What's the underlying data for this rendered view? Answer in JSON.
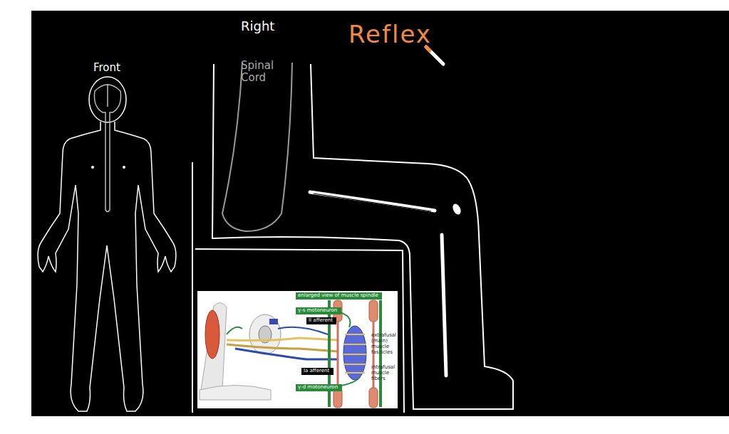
{
  "diagram": {
    "title": "Reflex",
    "nodes": [
      {
        "text": [
          "enlarged view of muscle spindle"
        ]
      },
      {
        "text": [
          "γ-s motoneuron"
        ]
      },
      {
        "text": [
          "II afferent"
        ]
      },
      {
        "text": [
          "Ia afferent"
        ]
      },
      {
        "text": [
          "γ-d motoneuron"
        ]
      }
    ],
    "labels": [
      "Front",
      "Right",
      "Spinal Cord",
      "extrafusal (main) muscle fascicles",
      "intrafusal muscle fibers"
    ]
  }
}
